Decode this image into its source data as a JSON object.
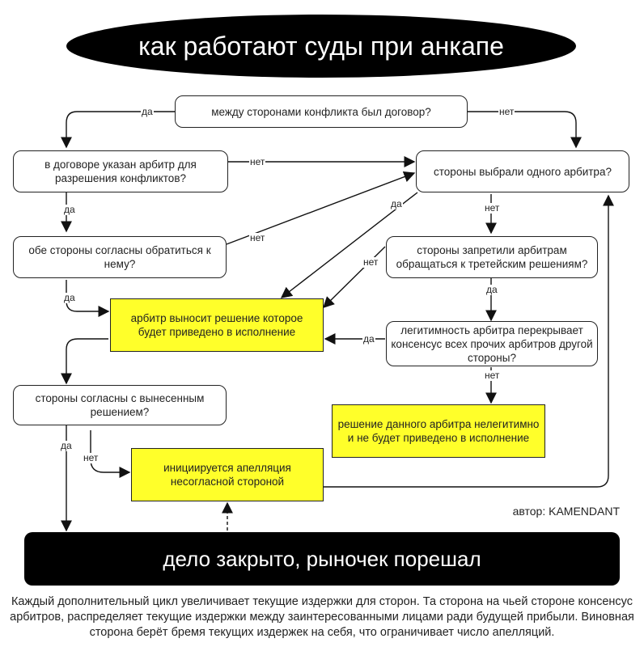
{
  "title": "как работают суды при анкапе",
  "nodes": {
    "contract": "между сторонами конфликта был договор?",
    "arbiter_in_contract": "в договоре указан арбитр для разрешения конфликтов?",
    "chose_one_arbiter": "стороны выбрали одного арбитра?",
    "both_agree": "обе стороны согласны обратиться к нему?",
    "forbid_third_party": "стороны запретили арбитрам обращаться к третейским решениям?",
    "decision_enforced": "арбитр выносит решение которое будет приведено в исполнение",
    "legitimacy": "легитимность арбитра перекрывает консенсус всех прочих арбитров другой стороны?",
    "accept_decision": "стороны согласны с вынесенным решением?",
    "illegitimate": "решение данного арбитра нелегитимно и не будет приведено в исполнение",
    "appeal": "инициируется апелляция несогласной стороной",
    "closed": "дело закрыто, рыночек порешал"
  },
  "edge_labels": {
    "yes": "да",
    "no": "нет"
  },
  "author": "автор: KAMENDANT",
  "footnote": "Каждый дополнительный цикл увеличивает текущие издержки для сторон. Та сторона на чьей стороне консенсус арбитров, распределяет текущие издержки между заинтересованными лицами ради будущей прибыли. Виновная сторона берёт бремя текущих издержек на себя, что ограничивает число апелляций.",
  "colors": {
    "highlight": "#ffff2a",
    "title_bg": "#000000"
  }
}
